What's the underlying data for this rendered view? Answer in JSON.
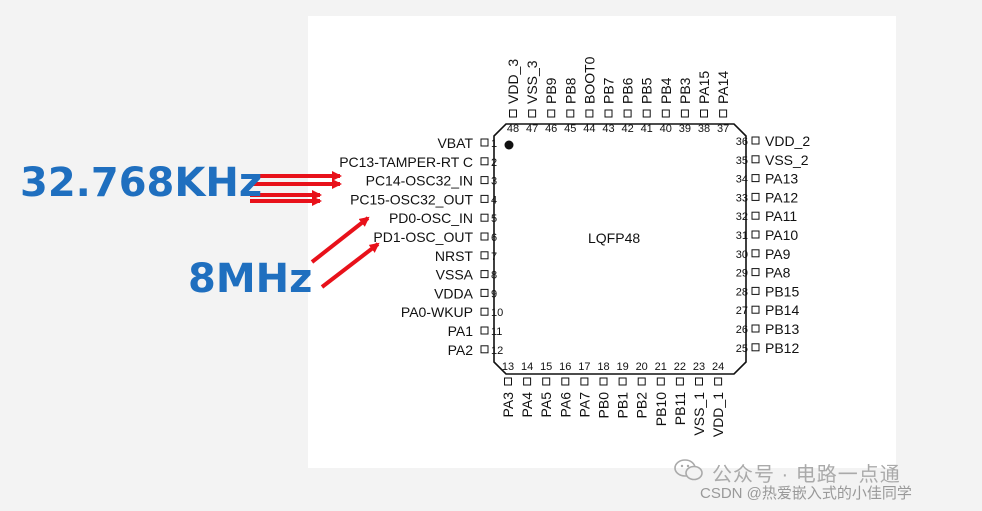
{
  "package_name": "LQFP48",
  "left_pins": [
    {
      "num": "1",
      "label": "VBAT"
    },
    {
      "num": "2",
      "label": "PC13-TAMPER-RT C"
    },
    {
      "num": "3",
      "label": "PC14-OSC32_IN"
    },
    {
      "num": "4",
      "label": "PC15-OSC32_OUT"
    },
    {
      "num": "5",
      "label": "PD0-OSC_IN"
    },
    {
      "num": "6",
      "label": "PD1-OSC_OUT"
    },
    {
      "num": "7",
      "label": "NRST"
    },
    {
      "num": "8",
      "label": "VSSA"
    },
    {
      "num": "9",
      "label": "VDDA"
    },
    {
      "num": "10",
      "label": "PA0-WKUP"
    },
    {
      "num": "11",
      "label": "PA1"
    },
    {
      "num": "12",
      "label": "PA2"
    }
  ],
  "bottom_pins": [
    {
      "num": "13",
      "label": "PA3"
    },
    {
      "num": "14",
      "label": "PA4"
    },
    {
      "num": "15",
      "label": "PA5"
    },
    {
      "num": "16",
      "label": "PA6"
    },
    {
      "num": "17",
      "label": "PA7"
    },
    {
      "num": "18",
      "label": "PB0"
    },
    {
      "num": "19",
      "label": "PB1"
    },
    {
      "num": "20",
      "label": "PB2"
    },
    {
      "num": "21",
      "label": "PB10"
    },
    {
      "num": "22",
      "label": "PB11"
    },
    {
      "num": "23",
      "label": "VSS_1"
    },
    {
      "num": "24",
      "label": "VDD_1"
    }
  ],
  "right_pins": [
    {
      "num": "36",
      "label": "VDD_2"
    },
    {
      "num": "35",
      "label": "VSS_2"
    },
    {
      "num": "34",
      "label": "PA13"
    },
    {
      "num": "33",
      "label": "PA12"
    },
    {
      "num": "32",
      "label": "PA11"
    },
    {
      "num": "31",
      "label": "PA10"
    },
    {
      "num": "30",
      "label": "PA9"
    },
    {
      "num": "29",
      "label": "PA8"
    },
    {
      "num": "28",
      "label": "PB15"
    },
    {
      "num": "27",
      "label": "PB14"
    },
    {
      "num": "26",
      "label": "PB13"
    },
    {
      "num": "25",
      "label": "PB12"
    }
  ],
  "top_pins": [
    {
      "num": "48",
      "label": "VDD_3"
    },
    {
      "num": "47",
      "label": "VSS_3"
    },
    {
      "num": "46",
      "label": "PB9"
    },
    {
      "num": "45",
      "label": "PB8"
    },
    {
      "num": "44",
      "label": "BOOT0"
    },
    {
      "num": "43",
      "label": "PB7"
    },
    {
      "num": "42",
      "label": "PB6"
    },
    {
      "num": "41",
      "label": "PB5"
    },
    {
      "num": "40",
      "label": "PB4"
    },
    {
      "num": "39",
      "label": "PB3"
    },
    {
      "num": "38",
      "label": "PA15"
    },
    {
      "num": "37",
      "label": "PA14"
    }
  ],
  "annotations": {
    "low_speed_label": "32.768KHz",
    "high_speed_label": "8MHz"
  },
  "colors": {
    "arrow": "#e8111a",
    "annotation_text": "#1f6fbf"
  },
  "watermark": {
    "top": "公众号 · 电路一点通",
    "bottom": "CSDN @热爱嵌入式的小佳同学"
  }
}
